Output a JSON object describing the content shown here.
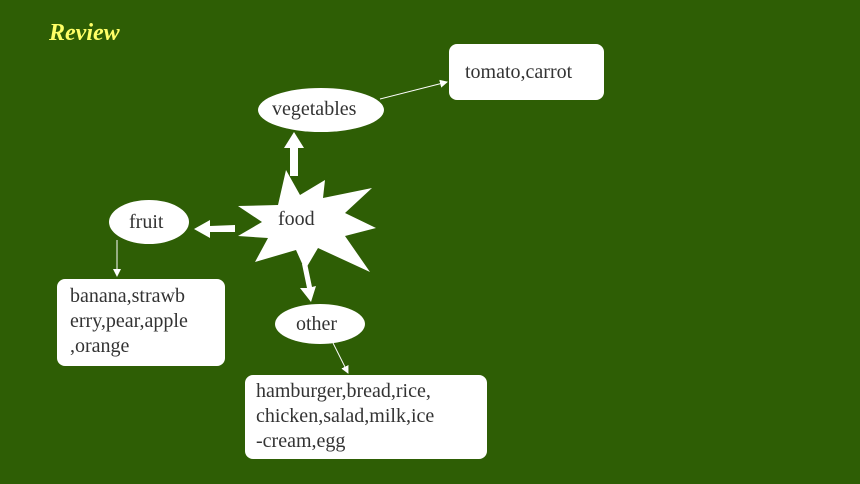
{
  "slide": {
    "title": "Review",
    "colors": {
      "background": "#2e5e05",
      "title": "#ffff66",
      "shape_fill": "#ffffff",
      "text": "#333333"
    }
  },
  "diagram": {
    "center": "food",
    "branches": {
      "vegetables": {
        "label": "vegetables",
        "items": "tomato,carrot"
      },
      "fruit": {
        "label": "fruit",
        "items": "banana,strawb\nerry,pear,apple\n,orange"
      },
      "other": {
        "label": "other",
        "items": "hamburger,bread,rice,\nchicken,salad,milk,ice\n-cream,egg"
      }
    }
  }
}
